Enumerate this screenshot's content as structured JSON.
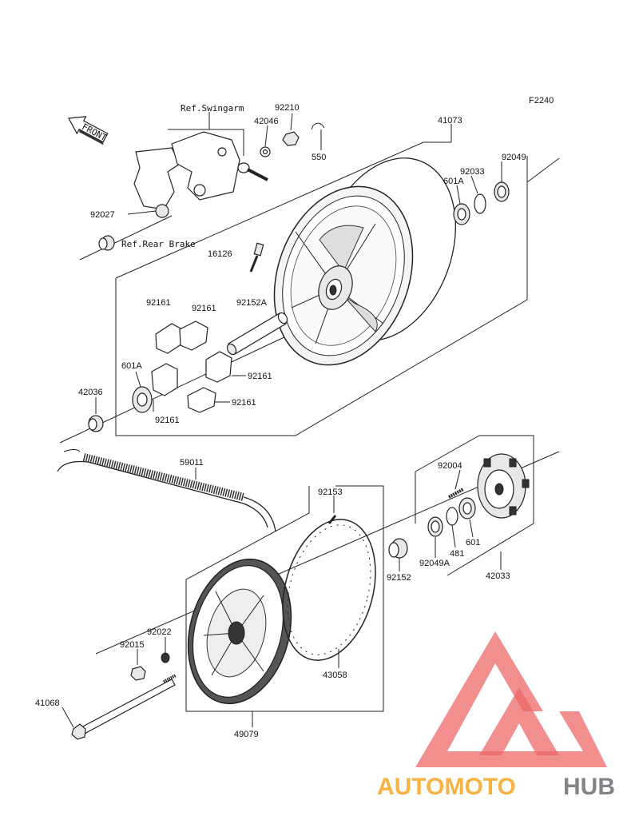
{
  "diagram_code": "F2240",
  "front_label": "FRONT",
  "refs": {
    "swingarm": "Ref.Swingarm",
    "rear_brake": "Ref.Rear Brake"
  },
  "parts": {
    "p92210": "92210",
    "p42046": "42046",
    "p550": "550",
    "p41073": "41073",
    "p92049": "92049",
    "p92033": "92033",
    "p601A_top": "601A",
    "p92027": "92027",
    "p16126": "16126",
    "p92161_a": "92161",
    "p92161_b": "92161",
    "p92152A": "92152A",
    "p601A_left": "601A",
    "p92161_c": "92161",
    "p42036": "42036",
    "p92161_d": "92161",
    "p92161_e": "92161",
    "p59011": "59011",
    "p92004": "92004",
    "p92153": "92153",
    "p481": "481",
    "p601": "601",
    "p92049A": "92049A",
    "p92152": "92152",
    "p42033": "42033",
    "p92022": "92022",
    "p92015": "92015",
    "p43058": "43058",
    "p41068": "41068",
    "p49079": "49079"
  },
  "watermark": {
    "part1": "AUTOMOTO",
    "part2": "HUB",
    "color_primary": "#f5a623",
    "color_secondary": "#6d6e71",
    "logo_color": "#e94e4e"
  }
}
